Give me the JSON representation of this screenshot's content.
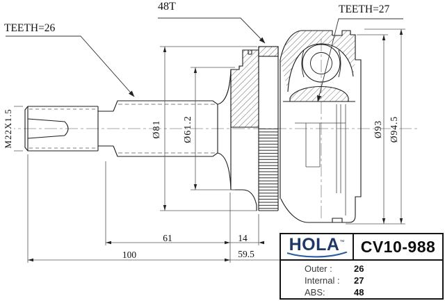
{
  "drawing": {
    "callouts": {
      "teeth_left": "TEETH=26",
      "abs_count": "48T",
      "teeth_right": "TEETH=27"
    },
    "dims": {
      "thread": "M22X1.5",
      "abs_ring_d": "Ø81",
      "boot_groove_d": "Ø61.2",
      "housing_d": "Ø93",
      "housing_max_d": "Ø94.5",
      "spline_len": "61",
      "ring_offset": "14",
      "shaft_len": "100",
      "joint_len": "59.5"
    }
  },
  "title_block": {
    "brand": "HOLA",
    "trademark": "™",
    "part_number": "CV10-988",
    "specs": [
      {
        "label": "Outer :",
        "value": "26"
      },
      {
        "label": "Internal :",
        "value": "27"
      },
      {
        "label": "ABS:",
        "value": "48"
      }
    ],
    "colors": {
      "brand_navy": "#1d3768",
      "swoosh_blue": "#2b5e9e"
    }
  }
}
